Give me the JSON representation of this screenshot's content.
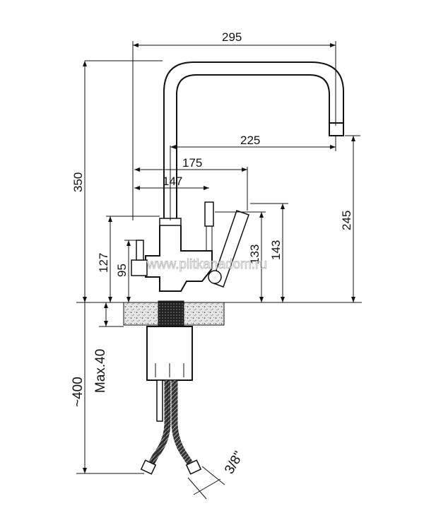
{
  "dimensions": {
    "d295": "295",
    "d225": "225",
    "d175": "175",
    "d147": "147",
    "d350": "350",
    "d245": "245",
    "d143": "143",
    "d133": "133",
    "d127": "127",
    "d95": "95",
    "max40": "Max.40",
    "d400": "~400",
    "d38": "3/8\""
  },
  "watermark": "www.plitkanadom.ru",
  "colors": {
    "line": "#111111",
    "countertop": "#cfcfcf",
    "background": "#ffffff"
  }
}
